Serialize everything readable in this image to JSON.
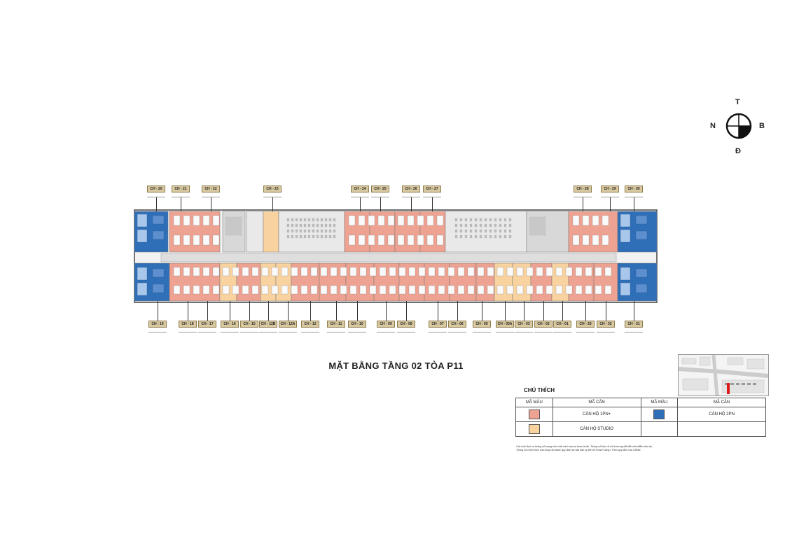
{
  "title": "MẶT BẰNG TẦNG 02 TÒA P11",
  "compass": {
    "north": "N",
    "top": "T",
    "east": "B",
    "bottom": "Đ"
  },
  "colors": {
    "one_bed_plus": "#eea291",
    "studio": "#f8d29f",
    "two_bed": "#2f6fb7",
    "corridor": "#dedede",
    "wall": "#555555"
  },
  "top_units": [
    "CH - 20",
    "CH - 21",
    "CH - 22",
    "CH - 23",
    "CH - 24",
    "CH - 25",
    "CH - 26",
    "CH - 27",
    "CH - 28",
    "CH - 29",
    "CH - 30"
  ],
  "bottom_units": [
    "CH - 19",
    "CH - 18",
    "CH - 17",
    "CH - 16",
    "CH - 15",
    "CH - 12B",
    "CH - 12A",
    "CH - 12",
    "CH - 11",
    "CH - 10",
    "CH - 09",
    "CH - 08",
    "CH - 07",
    "CH - 06",
    "CH - 05",
    "CH - 03A",
    "CH - 03",
    "CH - 02",
    "CH - 01",
    "CH - 33",
    "CH - 32",
    "CH - 31"
  ],
  "legend": {
    "heading": "CHÚ THÍCH",
    "col_color": "MÃ MÀU",
    "col_unit": "MÃ CĂN",
    "rows": {
      "one_bed_plus": "CĂN HỘ 1PN+",
      "two_bed": "CĂN HỘ 2PN",
      "studio": "CĂN HỘ STUDIO"
    }
  },
  "note_line1": "Các hình ảnh và thông số mang tính chất minh họa và tham khảo. Thông số bản vẽ chỉ là tương đối đến thời điểm hiện tại.",
  "note_line2": "Thông số chính thức của từng căn được quy định tại văn bản ký kết với Khách hàng / Theo quy định của CĐNN."
}
